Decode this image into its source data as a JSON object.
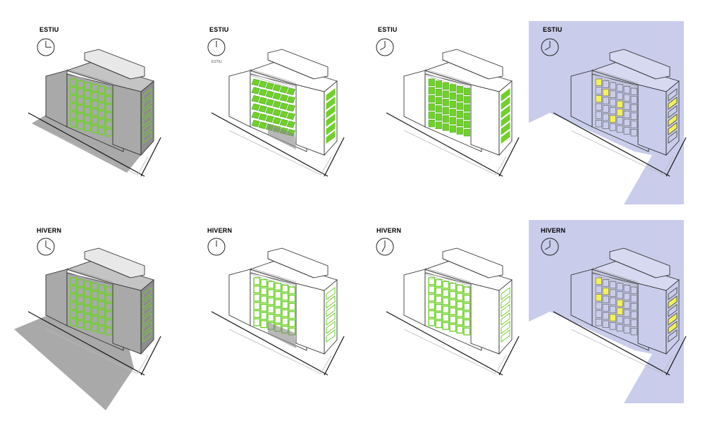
{
  "colors": {
    "louver": "#6fd12a",
    "louver_dark": "#4fa51a",
    "shadow": "#a9a9a9",
    "shadow_dark": "#8d8d8d",
    "night_bg": "#c9cdeb",
    "window_lit": "#f3f05a",
    "line": "#222222"
  },
  "panels": [
    {
      "season": "ESTIU",
      "time": "morning",
      "clock_hour": 3,
      "style": "shadow",
      "sublabel": ""
    },
    {
      "season": "ESTIU",
      "time": "noon",
      "clock_hour": 12,
      "style": "louvers-open",
      "sublabel": "ESTIU"
    },
    {
      "season": "ESTIU",
      "time": "afternoon",
      "clock_hour": 8,
      "style": "louvers-closed",
      "sublabel": ""
    },
    {
      "season": "ESTIU",
      "time": "night",
      "clock_hour": 8,
      "style": "night",
      "sublabel": ""
    },
    {
      "season": "HIVERN",
      "time": "morning",
      "clock_hour": 4,
      "style": "shadow",
      "sublabel": ""
    },
    {
      "season": "HIVERN",
      "time": "noon",
      "clock_hour": 12,
      "style": "louvers-thin",
      "sublabel": ""
    },
    {
      "season": "HIVERN",
      "time": "afternoon",
      "clock_hour": 7,
      "style": "louvers-thin-soft",
      "sublabel": ""
    },
    {
      "season": "HIVERN",
      "time": "night",
      "clock_hour": 8,
      "style": "night",
      "sublabel": ""
    }
  ]
}
